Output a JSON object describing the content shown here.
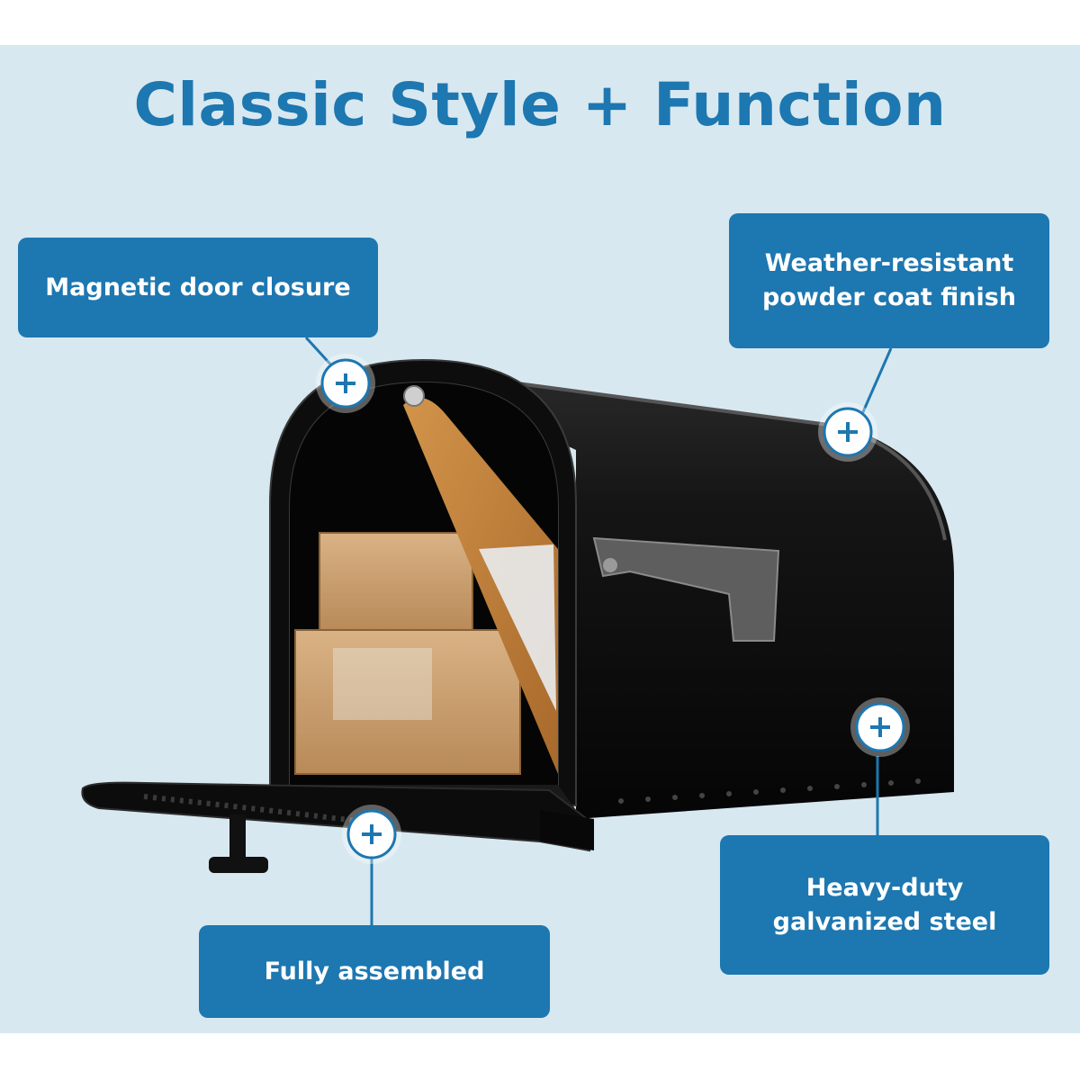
{
  "title": "Classic Style + Function",
  "callouts": {
    "magnetic": "Magnetic door closure",
    "weather": "Weather-resistant\npowder coat finish",
    "steel": "Heavy-duty\ngalvanized steel",
    "assembled": "Fully assembled"
  },
  "colors": {
    "accent": "#1d77b0",
    "background": "#d8e8f0",
    "mailbox": "#101010"
  },
  "icons": {
    "hotspot": "plus-circle-icon"
  }
}
